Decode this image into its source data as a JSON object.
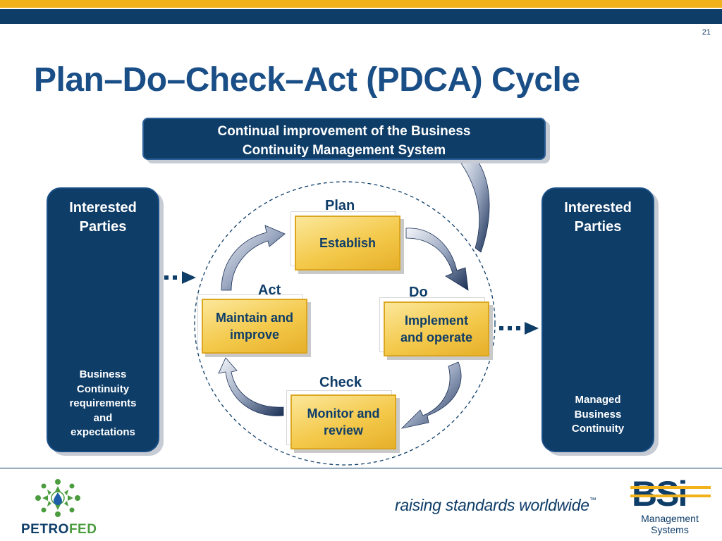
{
  "slide": {
    "page_number": "21",
    "title": "Plan–Do–Check–Act (PDCA) Cycle"
  },
  "banner": {
    "line1": "Continual improvement of the Business",
    "line2": "Continuity Management System"
  },
  "left_panel": {
    "title_line1": "Interested",
    "title_line2": "Parties",
    "note": [
      "Business",
      "Continuity",
      "requirements",
      "and",
      "expectations"
    ]
  },
  "right_panel": {
    "title_line1": "Interested",
    "title_line2": "Parties",
    "note": [
      "Managed",
      "Business",
      "Continuity"
    ]
  },
  "chart_data": {
    "type": "diagram",
    "phases": [
      {
        "name": "Plan",
        "step_line1": "Establish",
        "step_line2": ""
      },
      {
        "name": "Do",
        "step_line1": "Implement",
        "step_line2": "and operate"
      },
      {
        "name": "Check",
        "step_line1": "Monitor and",
        "step_line2": "review"
      },
      {
        "name": "Act",
        "step_line1": "Maintain and",
        "step_line2": "improve"
      }
    ],
    "flow": [
      "Plan",
      "Do",
      "Check",
      "Act",
      "Plan"
    ]
  },
  "footer": {
    "tagline": "raising standards worldwide",
    "tagline_mark": "™",
    "petrofed_name_a": "PETRO",
    "petrofed_name_b": "FED",
    "bsi_wordmark": "BSi",
    "bsi_line1": "Management",
    "bsi_line2": "Systems"
  },
  "colors": {
    "navy": "#0e3d68",
    "title_blue": "#1a4e86",
    "gold": "#f2b21c",
    "step_fill": "#f4c94b",
    "petrofed_green": "#4a9c3e",
    "petrofed_blue": "#1f5fa8"
  },
  "icons": [
    "cycle-arrow-icon",
    "dashed-arrow-icon",
    "petrofed-logo-icon",
    "bsi-logo-icon"
  ]
}
